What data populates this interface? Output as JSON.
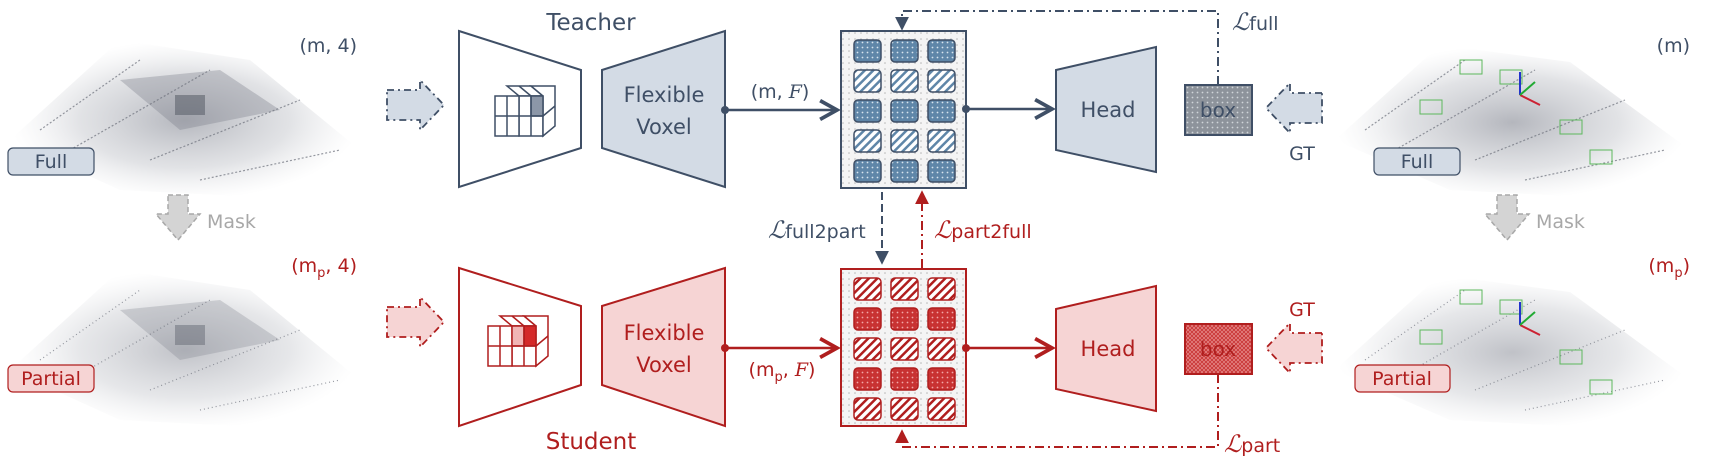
{
  "teacher": {
    "title": "Teacher",
    "encoder_label_line1": "Flexible",
    "encoder_label_line2": "Voxel",
    "feature_shape_prefix": "(m, ",
    "feature_shape_var": "F",
    "feature_shape_suffix": ")",
    "head_label": "Head",
    "box_label": "box",
    "gt_label": "GT",
    "input_badge": "Full",
    "input_shape": "(m, 4)",
    "output_badge": "Full",
    "output_shape": "(m)",
    "color": "#3f4f66",
    "fill": "#d3dbe5"
  },
  "student": {
    "title": "Student",
    "encoder_label_line1": "Flexible",
    "encoder_label_line2": "Voxel",
    "feature_shape_prefix": "(m",
    "feature_shape_sub": "p",
    "feature_shape_mid": ", ",
    "feature_shape_var": "F",
    "feature_shape_suffix": ")",
    "head_label": "Head",
    "box_label": "box",
    "gt_label": "GT",
    "input_badge": "Partial",
    "input_shape_prefix": "(m",
    "input_shape_sub": "p",
    "input_shape_suffix": ", 4)",
    "output_badge": "Partial",
    "output_shape_prefix": "(m",
    "output_shape_sub": "p",
    "output_shape_suffix": ")",
    "color": "#b01e1e",
    "fill": "#f6d4d4"
  },
  "mask_label_left": "Mask",
  "mask_label_right": "Mask",
  "losses": {
    "full": {
      "symbol": "ℒ",
      "sub": "full"
    },
    "full2part": {
      "symbol": "ℒ",
      "sub": "full2part"
    },
    "part2full": {
      "symbol": "ℒ",
      "sub": "part2full"
    },
    "part": {
      "symbol": "ℒ",
      "sub": "part"
    }
  }
}
